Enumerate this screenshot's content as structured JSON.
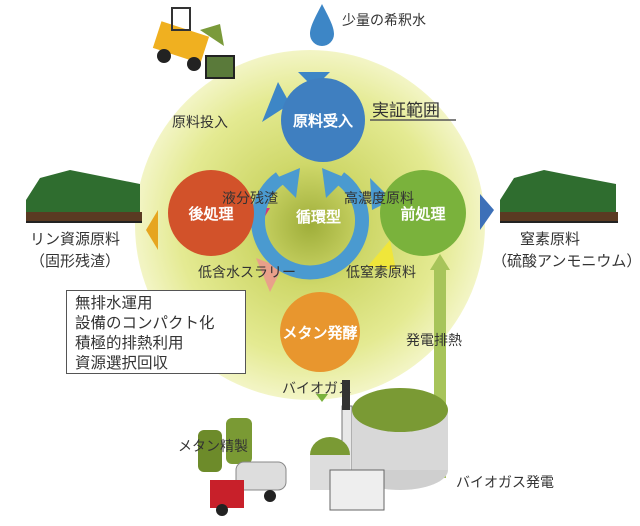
{
  "title_scope": "実証範囲",
  "center": "循環型",
  "nodes": {
    "intake": "原料受入",
    "post": "後処理",
    "pre": "前処理",
    "methane": "メタン発酵"
  },
  "flows": {
    "water": "少量の希釈水",
    "input": "原料投入",
    "liquid_residue": "液分残渣",
    "high_conc": "高濃度原料",
    "low_water_slurry": "低含水スラリー",
    "low_nitrogen": "低窒素原料",
    "biogas": "バイオガス",
    "exhaust_heat": "発電排熱",
    "biogas_power": "バイオガス発電",
    "methane_refine": "メタン精製"
  },
  "outputs": {
    "phosphorus_line1": "リン資源原料",
    "phosphorus_line2": "（固形残渣）",
    "nitrogen_line1": "窒素原料",
    "nitrogen_line2": "（硫酸アンモニウム）"
  },
  "features": [
    "無排水運用",
    "設備のコンパクト化",
    "積極的排熱利用",
    "資源選択回収"
  ],
  "colors": {
    "intake": "#3f7fc0",
    "post": "#d2522a",
    "pre": "#7ab23c",
    "methane": "#e8962e",
    "ring": "#4a9ad0",
    "glow": "#e6eb8a"
  }
}
